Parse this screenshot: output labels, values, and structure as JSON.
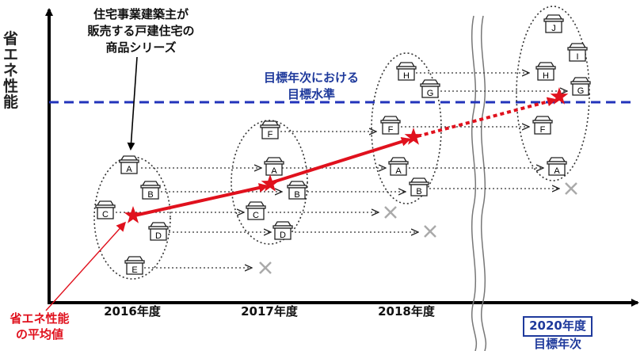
{
  "y_axis_label": [
    "省",
    "エ",
    "ネ",
    "性",
    "能"
  ],
  "callout_lines": [
    "住宅事業建築主が",
    "販売する戸建住宅の",
    "商品シリーズ"
  ],
  "target_label_lines": [
    "目標年次における",
    "目標水準"
  ],
  "average_label_lines": [
    "省エネ性能",
    "の平均値"
  ],
  "x_ticks": [
    "2016年度",
    "2017年度",
    "2018年度"
  ],
  "target_year": {
    "label": "2020年度",
    "sub": "目標年次"
  },
  "colors": {
    "red": "#e0111d",
    "blue": "#1f3a9c",
    "dashed_line": "#2233bb",
    "gray_x": "#aaaaaa"
  },
  "years": [
    {
      "year": "2016年度",
      "houses": [
        "A",
        "B",
        "C",
        "D",
        "E"
      ],
      "discontinued": []
    },
    {
      "year": "2017年度",
      "houses": [
        "F",
        "A",
        "B",
        "C",
        "D"
      ],
      "discontinued": [
        "E"
      ]
    },
    {
      "year": "2018年度",
      "houses": [
        "H",
        "G",
        "F",
        "A",
        "B"
      ],
      "discontinued": [
        "C",
        "D"
      ]
    },
    {
      "year": "2020年度",
      "houses": [
        "J",
        "I",
        "H",
        "G",
        "F",
        "A"
      ],
      "discontinued": [
        "B"
      ]
    }
  ]
}
